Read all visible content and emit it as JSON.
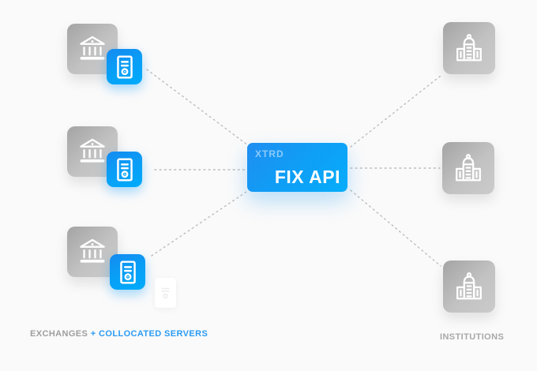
{
  "center_node": {
    "brand": "XTRD",
    "label": "FIX API"
  },
  "legend_left": {
    "muted": "EXCHANGES",
    "accent": "+ COLLOCATED SERVERS"
  },
  "legend_right": "INSTITUTIONS",
  "diagram": {
    "left_group": {
      "node_type": "exchange-with-collocated-server",
      "count": 3,
      "icons": [
        "bank-icon",
        "server-icon"
      ]
    },
    "right_group": {
      "node_type": "institution",
      "count": 3,
      "icons": [
        "institution-building-icon"
      ]
    },
    "connections": [
      "exchange-1 to fix-api",
      "exchange-2 to fix-api",
      "exchange-3 to fix-api",
      "fix-api to institution-1",
      "fix-api to institution-2",
      "fix-api to institution-3"
    ],
    "connector_style": "dotted"
  },
  "colors": {
    "background": "#fafafa",
    "accent_blue": "#1e9bf5",
    "blue_gradient_start": "#1f8ef1",
    "blue_gradient_end": "#07adfb",
    "gray_node_start": "#a4a4a4",
    "gray_node_end": "#cbcbcb",
    "connector": "#bdbdbd",
    "muted_text": "#9e9e9e",
    "white": "#ffffff"
  }
}
